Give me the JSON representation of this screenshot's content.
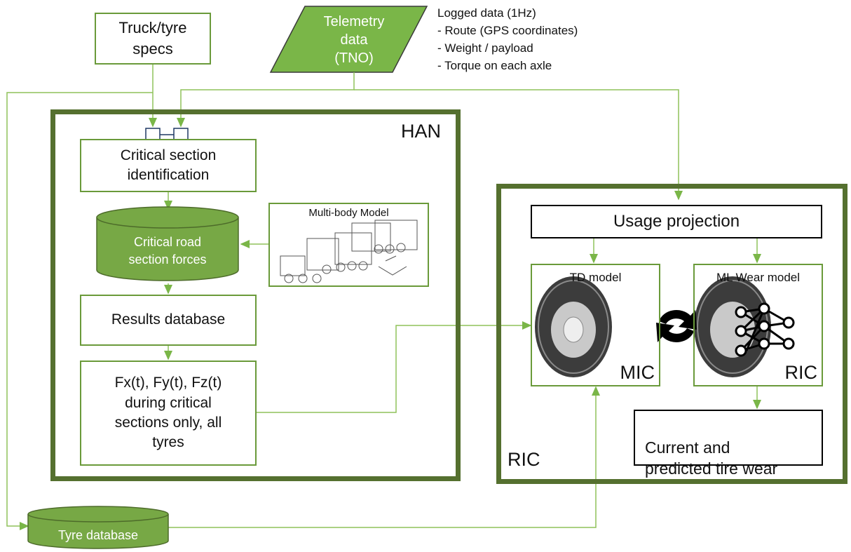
{
  "inputs": {
    "truck_specs": "Truck/tyre\nspecs",
    "telemetry": "Telemetry\ndata\n(TNO)",
    "logged_notes": [
      "Logged data (1Hz)",
      "- Route (GPS coordinates)",
      "- Weight / payload",
      "- Torque on each axle"
    ]
  },
  "han": {
    "label": "HAN",
    "critical_section": "Critical section\nidentification",
    "forces_db": "Critical road\nsection forces",
    "multibody_title": "Multi-body Model",
    "results_db": "Results database",
    "forces_output": "Fx(t), Fy(t), Fz(t)\nduring critical\nsections only, all\ntyres"
  },
  "ric": {
    "label": "RIC",
    "usage_projection": "Usage projection",
    "td_model_title": "TD model",
    "td_model_tag": "MIC",
    "ml_model_title": "ML Wear model",
    "ml_model_tag": "RIC",
    "output": "Current and\npredicted tire wear"
  },
  "tyre_database": "Tyre database",
  "colors": {
    "accent": "#7ab648",
    "frame": "#55702f",
    "fill": "#77a845",
    "line": "#8fc25a",
    "port": "#1f3864"
  }
}
